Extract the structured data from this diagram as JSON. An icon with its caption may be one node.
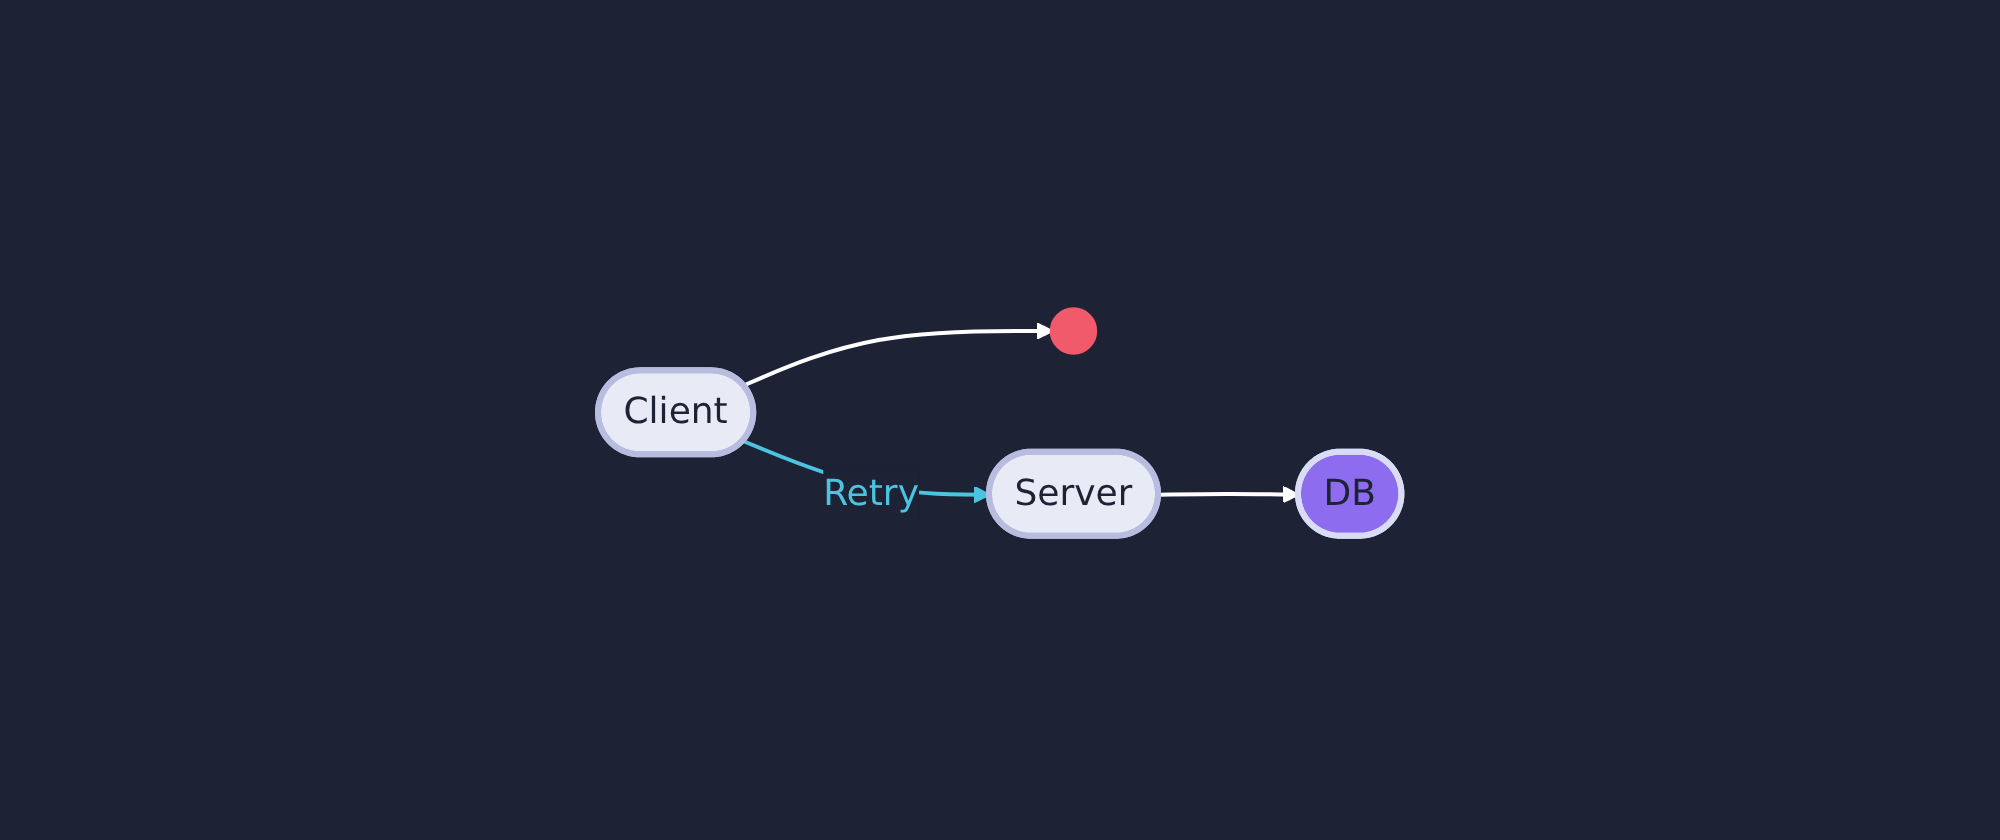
{
  "diagram": {
    "nodes": [
      {
        "text": [
          "Client"
        ]
      },
      {
        "text": [],
        "shape": "circle"
      },
      {
        "text": [
          "Server"
        ]
      },
      {
        "text": [
          "DB"
        ]
      }
    ],
    "edges": [
      {
        "from": 0,
        "to": 1,
        "arrow": "to"
      },
      {
        "from": 0,
        "to": 2,
        "arrow": "to",
        "label": "Retry",
        "color": "#4cc4e0"
      },
      {
        "from": 2,
        "to": 3,
        "arrow": "to"
      }
    ]
  }
}
